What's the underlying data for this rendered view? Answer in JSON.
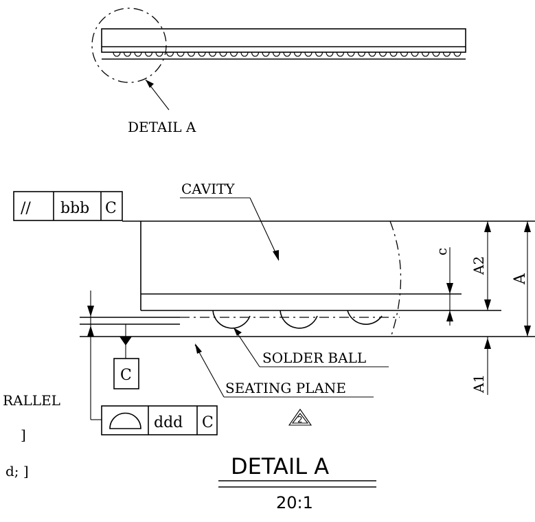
{
  "top_view": {
    "detail_callout": "DETAIL A"
  },
  "detail": {
    "cavity_label": "CAVITY",
    "solder_ball_label": "SOLDER BALL",
    "seating_plane_label": "SEATING PLANE",
    "note_number": "2",
    "title": "DETAIL A",
    "scale": "20:1",
    "dims": {
      "c": "c",
      "a2": "A2",
      "a": "A",
      "a1": "A1"
    },
    "parallelism_frame": {
      "symbol": "//",
      "tolerance": "bbb",
      "datum": "C"
    },
    "datum_feature": "C",
    "profile_frame": {
      "tolerance": "ddd",
      "datum": "C"
    }
  },
  "cropped_text": {
    "line1": "RALLEL",
    "line2": "]",
    "line3": "d; ]"
  }
}
